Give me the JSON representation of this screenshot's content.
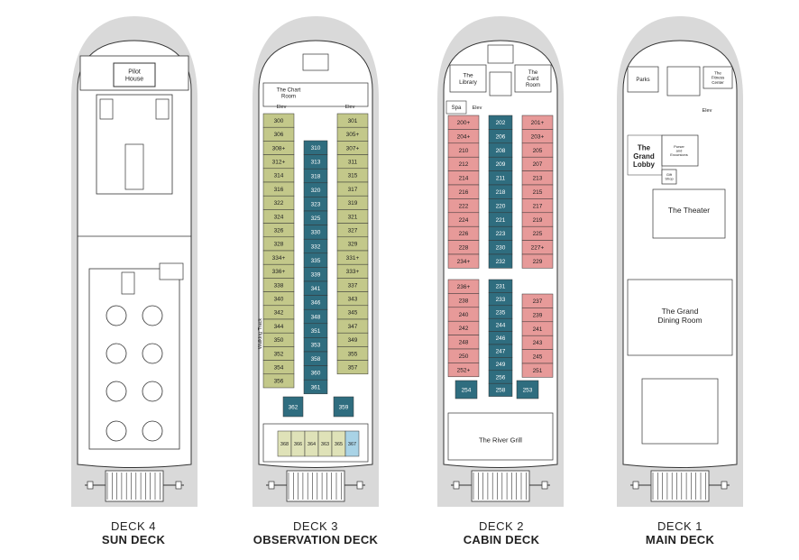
{
  "colors": {
    "hull": "#d9d9d9",
    "deck": "#ffffff",
    "line": "#333333",
    "observation_cabin": "#c3c88a",
    "suite": "#2f6d7f",
    "cabin_deck": "#e79a99",
    "light_blue": "#a9d3e6",
    "lounge_green": "#dfe2b8"
  },
  "decks": [
    {
      "number_label": "DECK 4",
      "title": "SUN DECK",
      "rooms": [
        {
          "label": "Pilot\nHouse"
        }
      ]
    },
    {
      "number_label": "DECK 3",
      "title": "OBSERVATION DECK",
      "rooms": [
        {
          "label": "The Chart\nRoom"
        }
      ],
      "walking_track_label": "Walking Track",
      "elevator_labels": [
        "Elev",
        "Elev",
        "Elev"
      ],
      "left_cabins": [
        "300",
        "306",
        "308+",
        "312+",
        "314",
        "316",
        "322",
        "324",
        "326",
        "328",
        "334+",
        "336+",
        "338",
        "340",
        "342",
        "344",
        "350",
        "352",
        "354",
        "356"
      ],
      "center_cabins": [
        "310",
        "313",
        "318",
        "320",
        "323",
        "325",
        "330",
        "332",
        "335",
        "339",
        "341",
        "346",
        "348",
        "351",
        "353",
        "358",
        "360",
        "361"
      ],
      "right_cabins": [
        "301",
        "305+",
        "307+",
        "311",
        "315",
        "317",
        "319",
        "321",
        "327",
        "329",
        "331+",
        "333+",
        "337",
        "343",
        "345",
        "347",
        "349",
        "355",
        "357"
      ],
      "side_suites": [
        "362",
        "359"
      ],
      "aft_suites": [
        "368",
        "366",
        "364",
        "363",
        "365",
        "367"
      ]
    },
    {
      "number_label": "DECK 2",
      "title": "CABIN DECK",
      "rooms": [
        {
          "label": "The\nLibrary"
        },
        {
          "label": "The\nCard\nRoom"
        },
        {
          "label": "Spa"
        },
        {
          "label": "The River Grill"
        }
      ],
      "elevator_labels": [
        "Elev"
      ],
      "left_cabins": [
        "200+",
        "204+",
        "210",
        "212",
        "214",
        "216",
        "222",
        "224",
        "226",
        "228",
        "234+",
        "236+",
        "238",
        "240",
        "242",
        "248",
        "250",
        "252+"
      ],
      "center_cabins": [
        "202",
        "206",
        "208",
        "209",
        "211",
        "218",
        "220",
        "221",
        "223",
        "230",
        "232",
        "231",
        "233",
        "235",
        "244",
        "246",
        "247",
        "249",
        "256",
        "258"
      ],
      "right_cabins": [
        "201+",
        "203+",
        "205",
        "207",
        "213",
        "215",
        "217",
        "219",
        "225",
        "227+",
        "229",
        "237",
        "239",
        "241",
        "243",
        "245",
        "251"
      ],
      "side_suites": [
        "254",
        "253"
      ]
    },
    {
      "number_label": "DECK 1",
      "title": "MAIN DECK",
      "rooms": [
        {
          "label": "Parks"
        },
        {
          "label": "The\nFitness\nCenter"
        },
        {
          "label": "The\nGrand\nLobby"
        },
        {
          "label": "Purser\nand\nExcursions"
        },
        {
          "label": "Gift\nShop"
        },
        {
          "label": "The Theater"
        },
        {
          "label": "The Grand\nDining Room"
        }
      ],
      "elevator_labels": [
        "Elev"
      ]
    }
  ]
}
